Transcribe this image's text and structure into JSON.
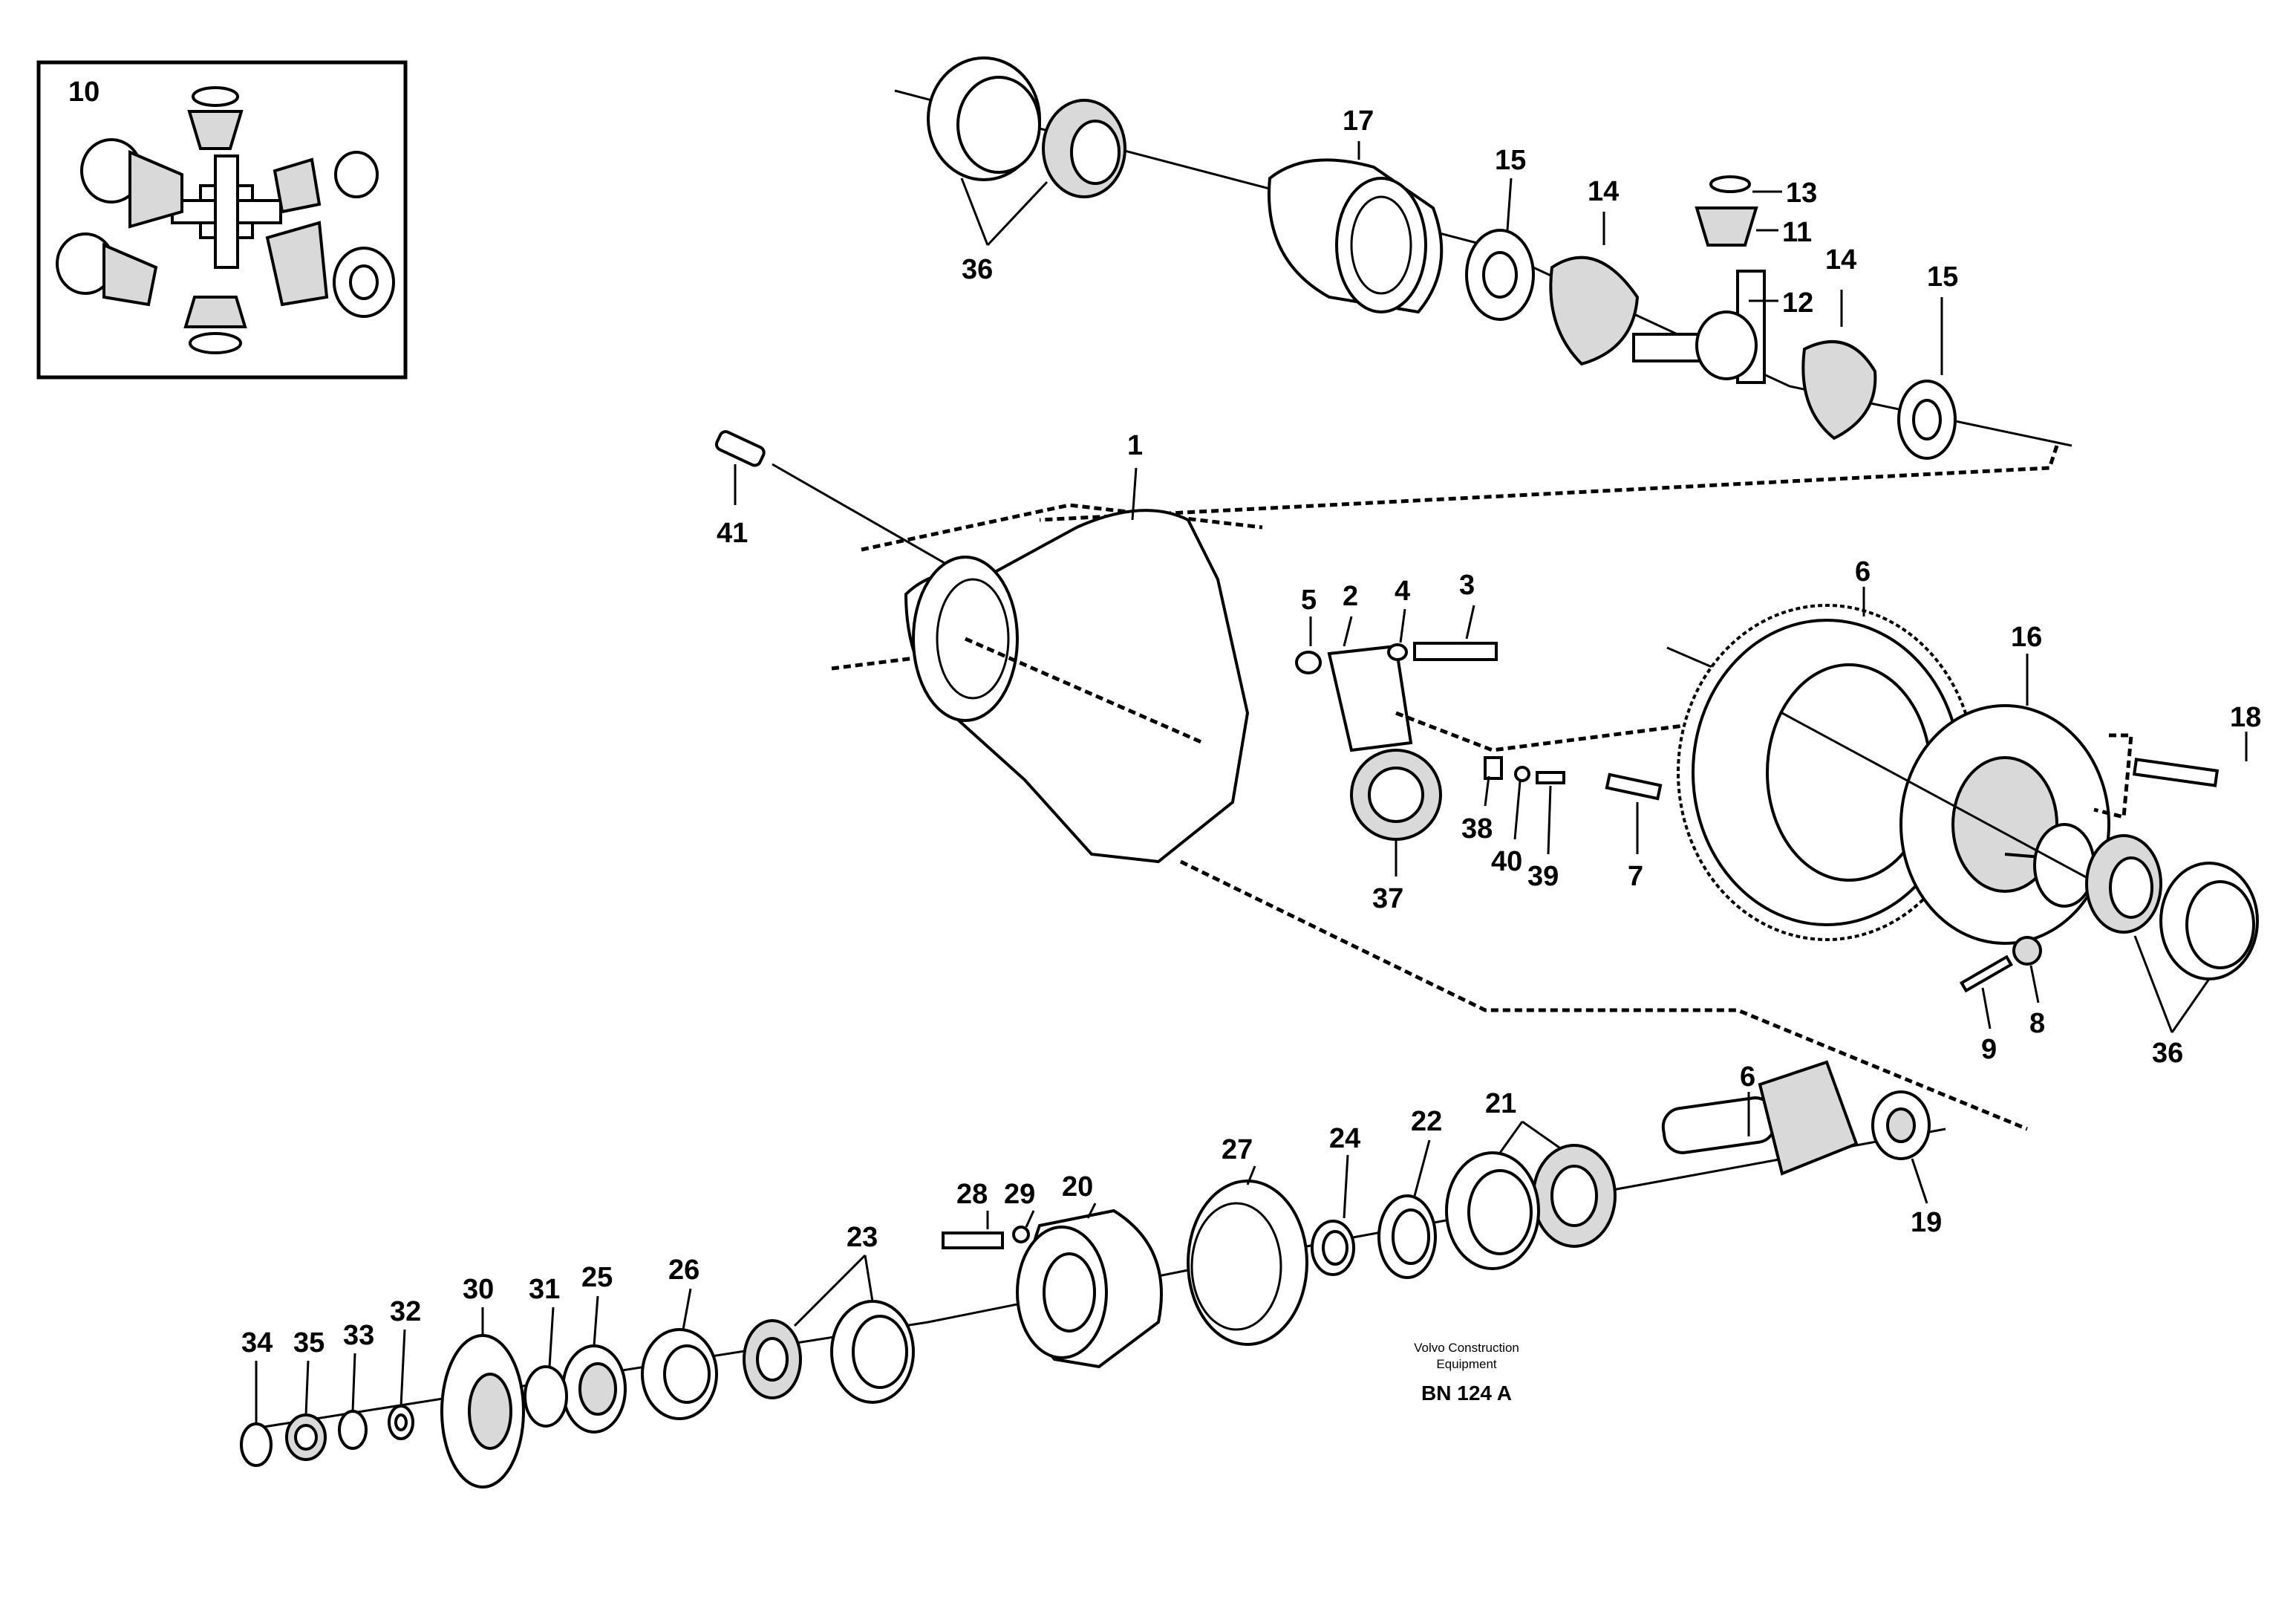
{
  "inset": {
    "label": "10"
  },
  "callouts": {
    "c1": "1",
    "c2": "2",
    "c3": "3",
    "c4": "4",
    "c5": "5",
    "c6a": "6",
    "c6b": "6",
    "c7": "7",
    "c8": "8",
    "c9": "9",
    "c11": "11",
    "c12": "12",
    "c13": "13",
    "c14a": "14",
    "c14b": "14",
    "c15a": "15",
    "c15b": "15",
    "c16": "16",
    "c17": "17",
    "c18": "18",
    "c19": "19",
    "c20": "20",
    "c21": "21",
    "c22": "22",
    "c23": "23",
    "c24": "24",
    "c25": "25",
    "c26": "26",
    "c27": "27",
    "c28": "28",
    "c29": "29",
    "c30": "30",
    "c31": "31",
    "c32": "32",
    "c33": "33",
    "c34": "34",
    "c35": "35",
    "c36a": "36",
    "c36b": "36",
    "c37": "37",
    "c38": "38",
    "c39": "39",
    "c40": "40",
    "c41": "41"
  },
  "footer": {
    "line1": "Volvo Construction",
    "line2": "Equipment",
    "code": "BN 124 A"
  }
}
